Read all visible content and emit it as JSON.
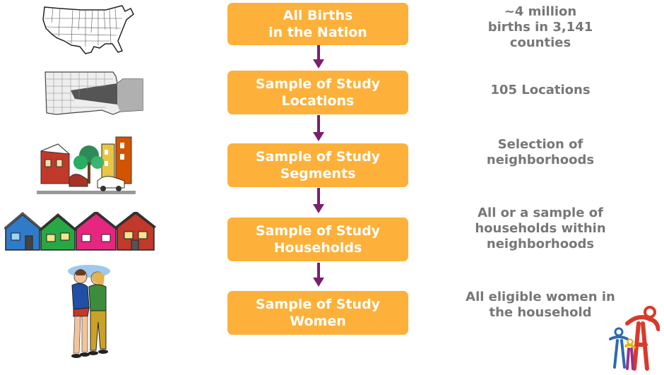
{
  "steps": [
    {
      "line1": "All Births",
      "line2": "in the Nation",
      "desc": [
        "~4 million",
        "births in 3,141",
        "counties"
      ]
    },
    {
      "line1": "Sample of Study",
      "line2": "Locations",
      "desc": [
        "105 Locations"
      ]
    },
    {
      "line1": "Sample of Study",
      "line2": "Segments",
      "desc": [
        "Selection of",
        "neighborhoods"
      ]
    },
    {
      "line1": "Sample of Study",
      "line2": "Households",
      "desc": [
        "All or a sample of",
        "households within",
        "neighborhoods"
      ]
    },
    {
      "line1": "Sample of Study",
      "line2": "Women",
      "desc": [
        "All eligible women in",
        "the household"
      ]
    }
  ],
  "colors": {
    "box": "#FDB13A",
    "arrow": "#7B1F6E",
    "desc_text": "#777777"
  },
  "icons": [
    "us-map-icon",
    "county-map-icon",
    "street-scene-icon",
    "houses-icon",
    "women-icon",
    "family-logo-icon"
  ]
}
